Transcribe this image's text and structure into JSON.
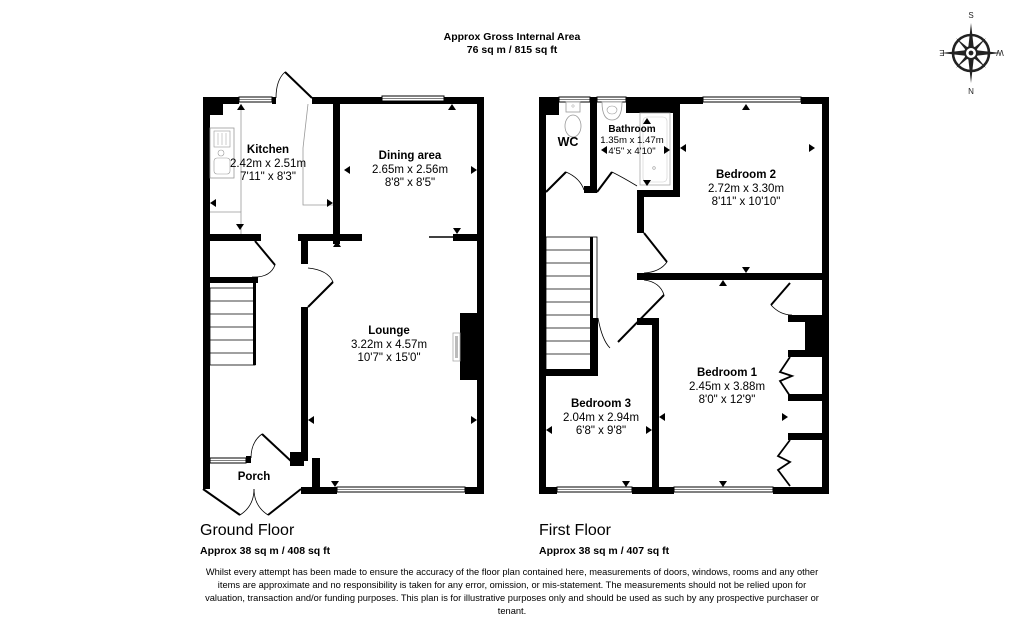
{
  "header": {
    "title": "Approx Gross Internal Area",
    "area": "76 sq m / 815 sq ft"
  },
  "compass": {
    "icon": "compass-rose-icon",
    "top": "S",
    "left": "E",
    "right": "W",
    "bottom": "N"
  },
  "ground_floor": {
    "title": "Ground Floor",
    "area": "Approx 38 sq m / 408 sq ft",
    "rooms": [
      {
        "name": "Kitchen",
        "metric": "2.42m x 2.51m",
        "imperial": "7'11\" x 8'3\""
      },
      {
        "name": "Dining area",
        "metric": "2.65m x 2.56m",
        "imperial": "8'8\" x 8'5\""
      },
      {
        "name": "Lounge",
        "metric": "3.22m x 4.57m",
        "imperial": "10'7\" x 15'0\""
      },
      {
        "name": "Porch"
      }
    ]
  },
  "first_floor": {
    "title": "First Floor",
    "area": "Approx 38 sq m / 407 sq ft",
    "rooms": [
      {
        "name": "WC"
      },
      {
        "name": "Bathroom",
        "metric": "1.35m x 1.47m",
        "imperial": "4'5\" x 4'10\""
      },
      {
        "name": "Bedroom 2",
        "metric": "2.72m x 3.30m",
        "imperial": "8'11\" x 10'10\""
      },
      {
        "name": "Bedroom 1",
        "metric": "2.45m x 3.88m",
        "imperial": "8'0\" x 12'9\""
      },
      {
        "name": "Bedroom 3",
        "metric": "2.04m x 2.94m",
        "imperial": "6'8\" x 9'8\""
      }
    ]
  },
  "disclaimer": "Whilst every attempt has been made to ensure the accuracy of the floor plan contained here, measurements of doors, windows, rooms and any other items are approximate and no responsibility is taken for any error, omission, or mis-statement. The measurements should not be relied upon for valuation, transaction and/or funding purposes. This plan is for illustrative purposes only and should be used as such by any prospective purchaser or tenant.",
  "colors": {
    "wall": "#000000",
    "fixture": "#9a9a9a",
    "background": "#ffffff"
  }
}
